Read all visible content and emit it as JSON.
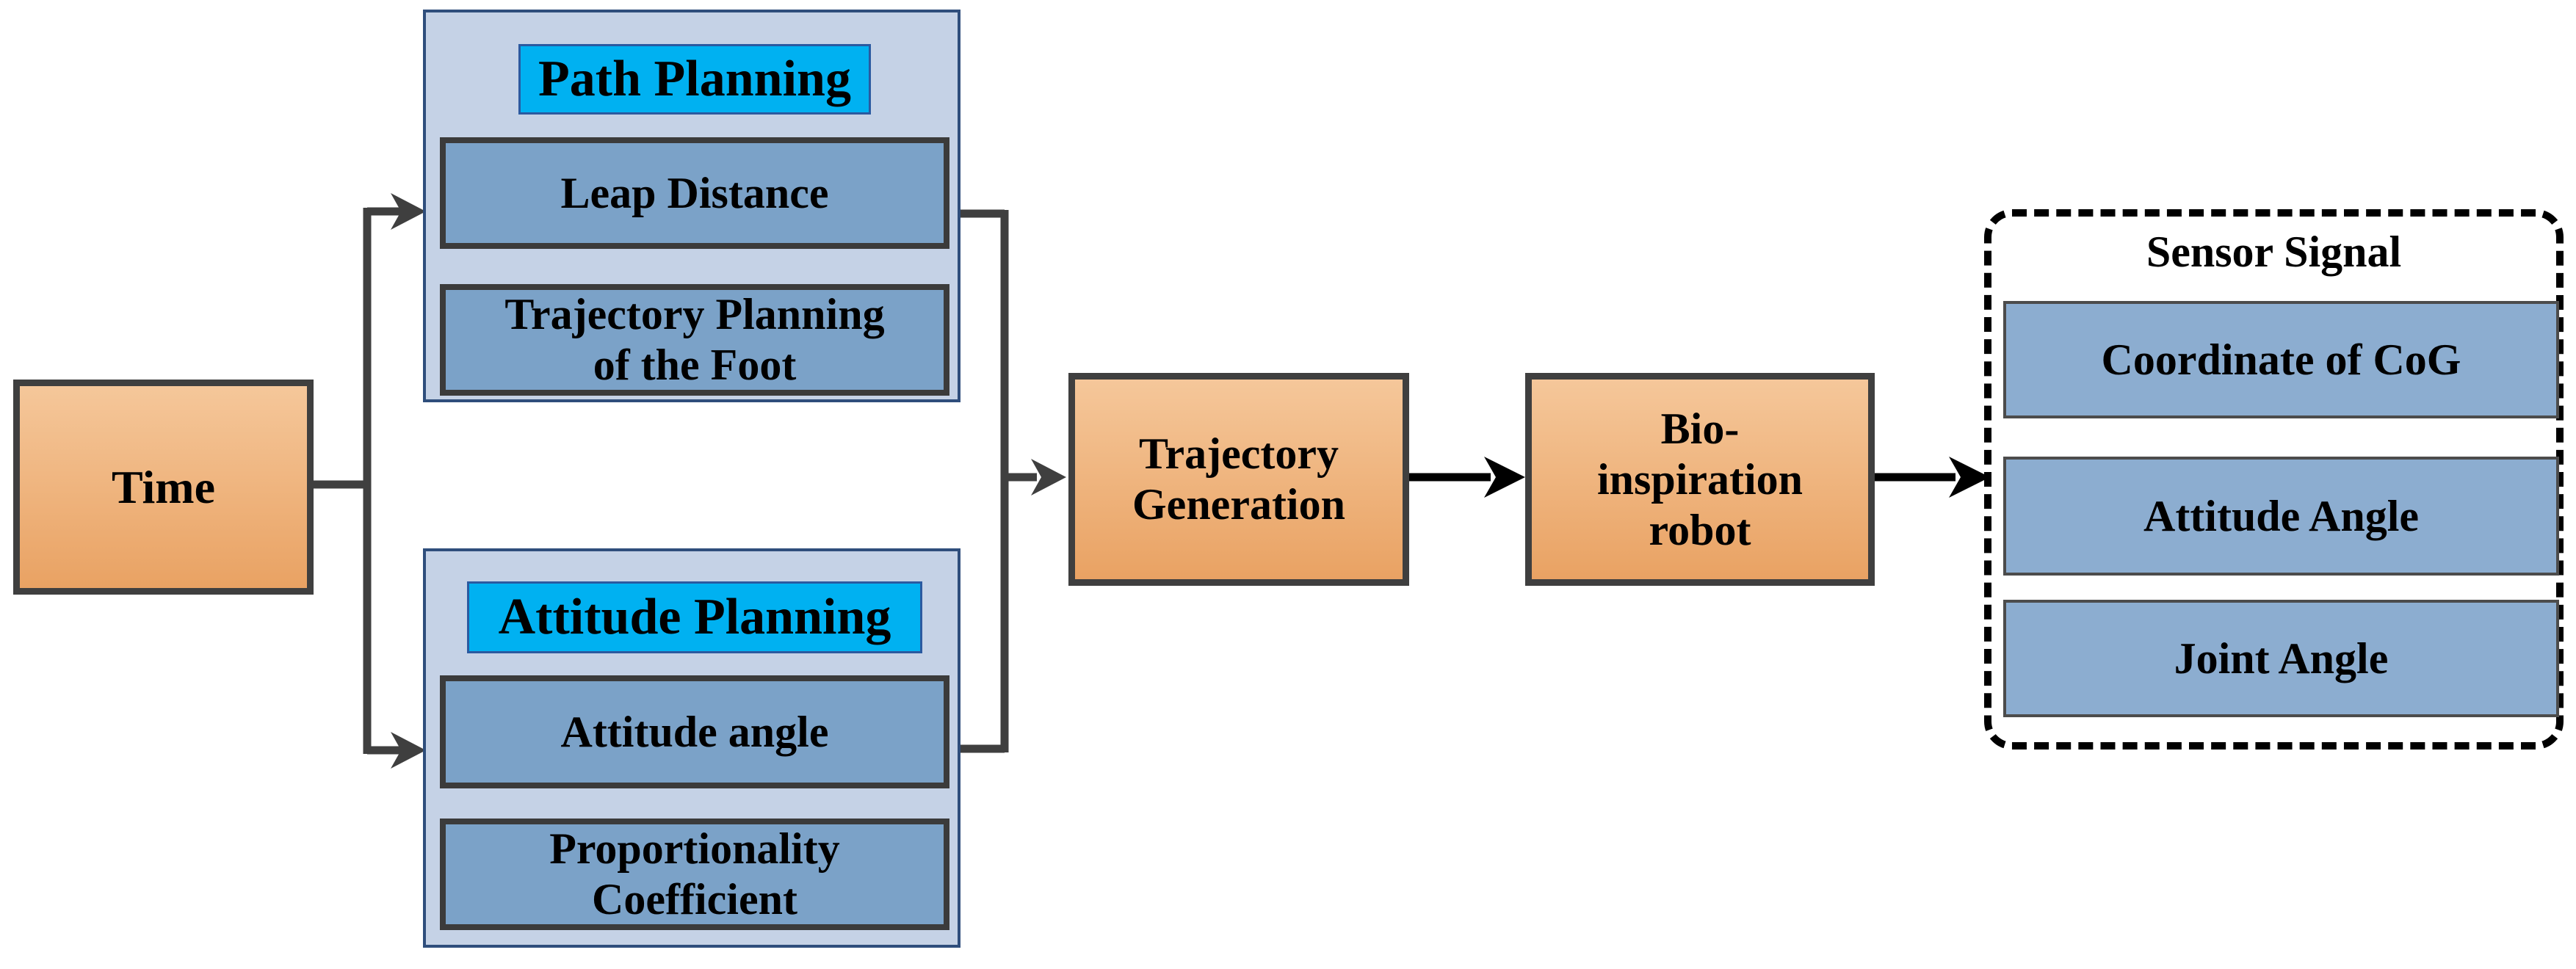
{
  "colors": {
    "canvas": "#ffffff",
    "process-fill-top": "#f5c79a",
    "process-fill-bottom": "#e9a263",
    "process-border": "#3f3f3f",
    "panel-fill": "#c5d2e6",
    "panel-border": "#2f4e7c",
    "item-fill": "#7ba2c8",
    "item-border": "#3b3b3b",
    "header-fill": "#00b1f1",
    "header-border": "#2b5aa0",
    "sensor-fill": "#8cadd0",
    "sensor-border": "#4c4c4c",
    "wire-gray": "#3f3f3f",
    "wire-black": "#000000",
    "text": "#000000"
  },
  "nodes": {
    "time": {
      "label": "Time"
    },
    "trajectory_generation": {
      "label": "Trajectory\nGeneration"
    },
    "bio_robot": {
      "label": "Bio-\ninspiration\nrobot"
    }
  },
  "panels": {
    "path_planning": {
      "header": "Path Planning",
      "items": [
        "Leap Distance",
        "Trajectory Planning\nof the Foot"
      ]
    },
    "attitude_planning": {
      "header": "Attitude Planning",
      "items": [
        "Attitude angle",
        "Proportionality\nCoefficient"
      ]
    },
    "sensor_signal": {
      "title": "Sensor Signal",
      "items": [
        "Coordinate of CoG",
        "Attitude Angle",
        "Joint Angle"
      ]
    }
  }
}
